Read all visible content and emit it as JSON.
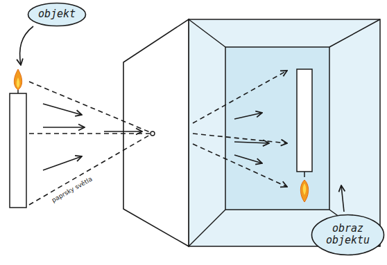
{
  "diagram": {
    "nodes": [
      {
        "text": [
          "objekt"
        ]
      },
      {
        "text": [
          "obraz objektu"
        ]
      }
    ],
    "labels": [
      "paprsky světla"
    ]
  }
}
